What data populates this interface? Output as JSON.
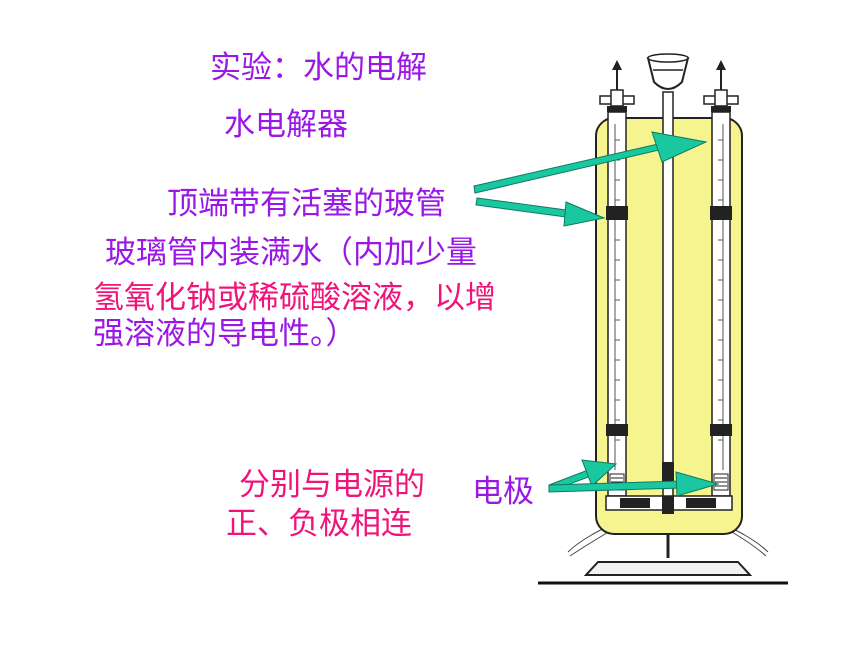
{
  "colors": {
    "title_text": "#9a18e6",
    "highlight_text": "#f0147a",
    "arrow": "#19c8a0",
    "outer_vessel": "#f6f48e",
    "tube_water": "#ffffff",
    "line": "#222222"
  },
  "labels": {
    "title": "实验：水的电解",
    "apparatus_name": "水电解器",
    "stopcock_tube": "顶端带有活塞的玻管",
    "water_line1": "玻璃管内装满水（内加少量",
    "water_line2": "氢氧化钠或稀硫酸溶液，以增",
    "water_line3": "强溶液的导电性。）",
    "connect_line1": "分别与电源的",
    "connect_line2": "正、负极相连",
    "electrode": "电极"
  }
}
